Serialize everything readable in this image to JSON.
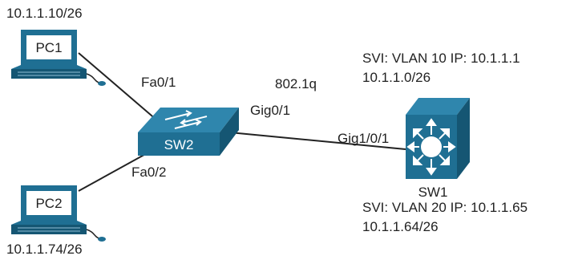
{
  "colors": {
    "device_blue": "#1f6f93",
    "device_blue_light": "#2f86ad",
    "device_blue_dark": "#155673",
    "link": "#222222"
  },
  "pc1": {
    "name": "PC1",
    "ip": "10.1.1.10/26",
    "icon": "pc-icon"
  },
  "pc2": {
    "name": "PC2",
    "ip": "10.1.1.74/26",
    "icon": "pc-icon"
  },
  "sw2": {
    "name": "SW2",
    "icon": "switch-icon",
    "port_pc1": "Fa0/1",
    "port_pc2": "Fa0/2",
    "port_uplink": "Gig0/1"
  },
  "trunk": {
    "label": "802.1q"
  },
  "sw1": {
    "name": "SW1",
    "icon": "multilayer-switch-icon",
    "port_downlink": "Gig1/0/1",
    "svi10_line1": "SVI: VLAN 10 IP: 10.1.1.1",
    "svi10_line2": "10.1.1.0/26",
    "svi20_line1": "SVI: VLAN 20 IP: 10.1.1.65",
    "svi20_line2": "10.1.1.64/26"
  }
}
